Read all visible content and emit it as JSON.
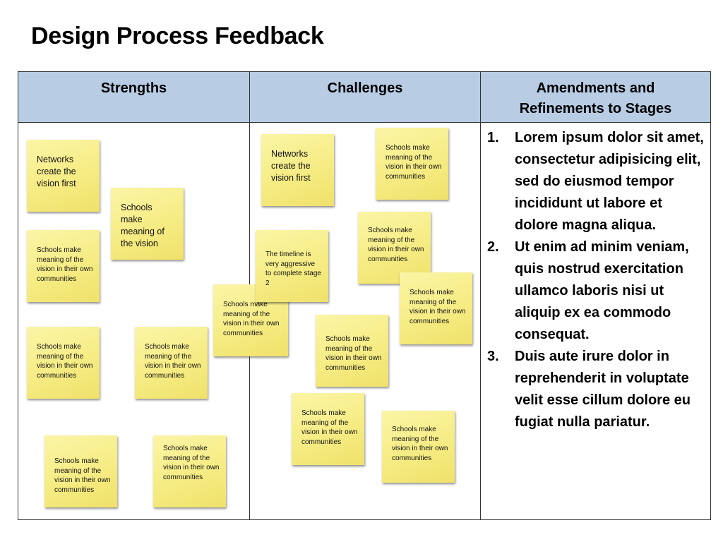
{
  "title": "Design Process Feedback",
  "headers": {
    "strengths": "Strengths",
    "challenges": "Challenges",
    "amendments": "Amendments and Refinements to Stages"
  },
  "strengths_notes": [
    "Networks create the vision first",
    "Schools make meaning of the vision",
    "Schools make meaning of the vision in their own communities",
    "Schools make meaning of the vision in their own communities",
    "Schools make meaning of the vision in their own communities",
    "Schools make meaning of the vision in their own communities",
    "Schools make meaning of the vision in their own communities",
    "Schools make meaning of the vision in their own communities"
  ],
  "challenges_notes": [
    "Networks create the vision first",
    "Schools make meaning of the vision in their own communities",
    "The timeline is very aggressive to complete stage 2",
    "Schools make meaning of the vision in their own communities",
    "Schools make meaning of the vision in their own communities",
    "Schools make meaning of the vision in their own communities",
    "Schools make meaning of the vision in their own communities",
    "Schools make meaning of the vision in their own communities"
  ],
  "amendments": [
    {
      "number": "1.",
      "text": "Lorem ipsum dolor sit amet, consectetur adipisicing elit, sed do eiusmod tempor incididunt ut labore et dolore magna aliqua."
    },
    {
      "number": "2.",
      "text": "Ut enim ad minim veniam, quis nostrud exercitation ullamco laboris nisi ut aliquip ex ea commodo consequat."
    },
    {
      "number": "3.",
      "text": "Duis aute irure dolor in reprehenderit in voluptate velit esse cillum dolore eu fugiat nulla pariatur."
    }
  ]
}
